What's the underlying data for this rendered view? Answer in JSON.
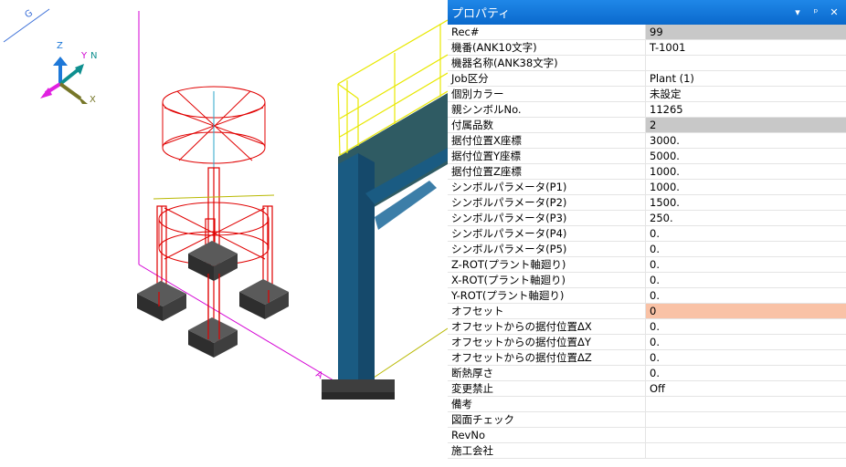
{
  "panel": {
    "title": "プロパティ",
    "controls": [
      "▾",
      "ᵖ",
      "✕"
    ]
  },
  "properties": [
    {
      "name": "Rec#",
      "value": "99",
      "highlight": "gray"
    },
    {
      "name": "機番(ANK10文字)",
      "value": "T-1001",
      "highlight": ""
    },
    {
      "name": "機器名称(ANK38文字)",
      "value": "",
      "highlight": ""
    },
    {
      "name": "Job区分",
      "value": "Plant (1)",
      "highlight": ""
    },
    {
      "name": "個別カラー",
      "value": "未設定",
      "highlight": ""
    },
    {
      "name": "親シンボルNo.",
      "value": "11265",
      "highlight": ""
    },
    {
      "name": "付属品数",
      "value": "2",
      "highlight": "gray"
    },
    {
      "name": "据付位置X座標",
      "value": "3000.",
      "highlight": ""
    },
    {
      "name": "据付位置Y座標",
      "value": "5000.",
      "highlight": ""
    },
    {
      "name": "据付位置Z座標",
      "value": "1000.",
      "highlight": ""
    },
    {
      "name": "シンボルパラメータ(P1)",
      "value": "1000.",
      "highlight": ""
    },
    {
      "name": "シンボルパラメータ(P2)",
      "value": "1500.",
      "highlight": ""
    },
    {
      "name": "シンボルパラメータ(P3)",
      "value": "250.",
      "highlight": ""
    },
    {
      "name": "シンボルパラメータ(P4)",
      "value": "0.",
      "highlight": ""
    },
    {
      "name": "シンボルパラメータ(P5)",
      "value": "0.",
      "highlight": ""
    },
    {
      "name": "Z-ROT(プラント軸廻り)",
      "value": "0.",
      "highlight": ""
    },
    {
      "name": "X-ROT(プラント軸廻り)",
      "value": "0.",
      "highlight": ""
    },
    {
      "name": "Y-ROT(プラント軸廻り)",
      "value": "0.",
      "highlight": ""
    },
    {
      "name": "オフセット",
      "value": "0",
      "highlight": "orange"
    },
    {
      "name": "オフセットからの据付位置ΔX",
      "value": "0.",
      "highlight": ""
    },
    {
      "name": "オフセットからの据付位置ΔY",
      "value": "0.",
      "highlight": ""
    },
    {
      "name": "オフセットからの据付位置ΔZ",
      "value": "0.",
      "highlight": ""
    },
    {
      "name": "断熱厚さ",
      "value": "0.",
      "highlight": ""
    },
    {
      "name": "変更禁止",
      "value": "Off",
      "highlight": ""
    },
    {
      "name": "備考",
      "value": "",
      "highlight": ""
    },
    {
      "name": "図面チェック",
      "value": "",
      "highlight": ""
    },
    {
      "name": "RevNo",
      "value": "",
      "highlight": ""
    },
    {
      "name": "施工会社",
      "value": "",
      "highlight": ""
    }
  ],
  "viewport": {
    "axis_labels": {
      "z": "Z",
      "y": "Y",
      "n": "N",
      "x": "X"
    },
    "gridline_labels": [
      "G",
      "A"
    ]
  },
  "colors": {
    "titlebar": "#1277dc",
    "gray_highlight": "#c8c8c8",
    "orange_highlight": "#f9c2a6",
    "equipment_red": "#e00000",
    "gridline_magenta": "#d400d4",
    "handrail_yellow": "#e8e800",
    "structure_blue": "#1a5b82",
    "deck_teal": "#2f5b63"
  }
}
